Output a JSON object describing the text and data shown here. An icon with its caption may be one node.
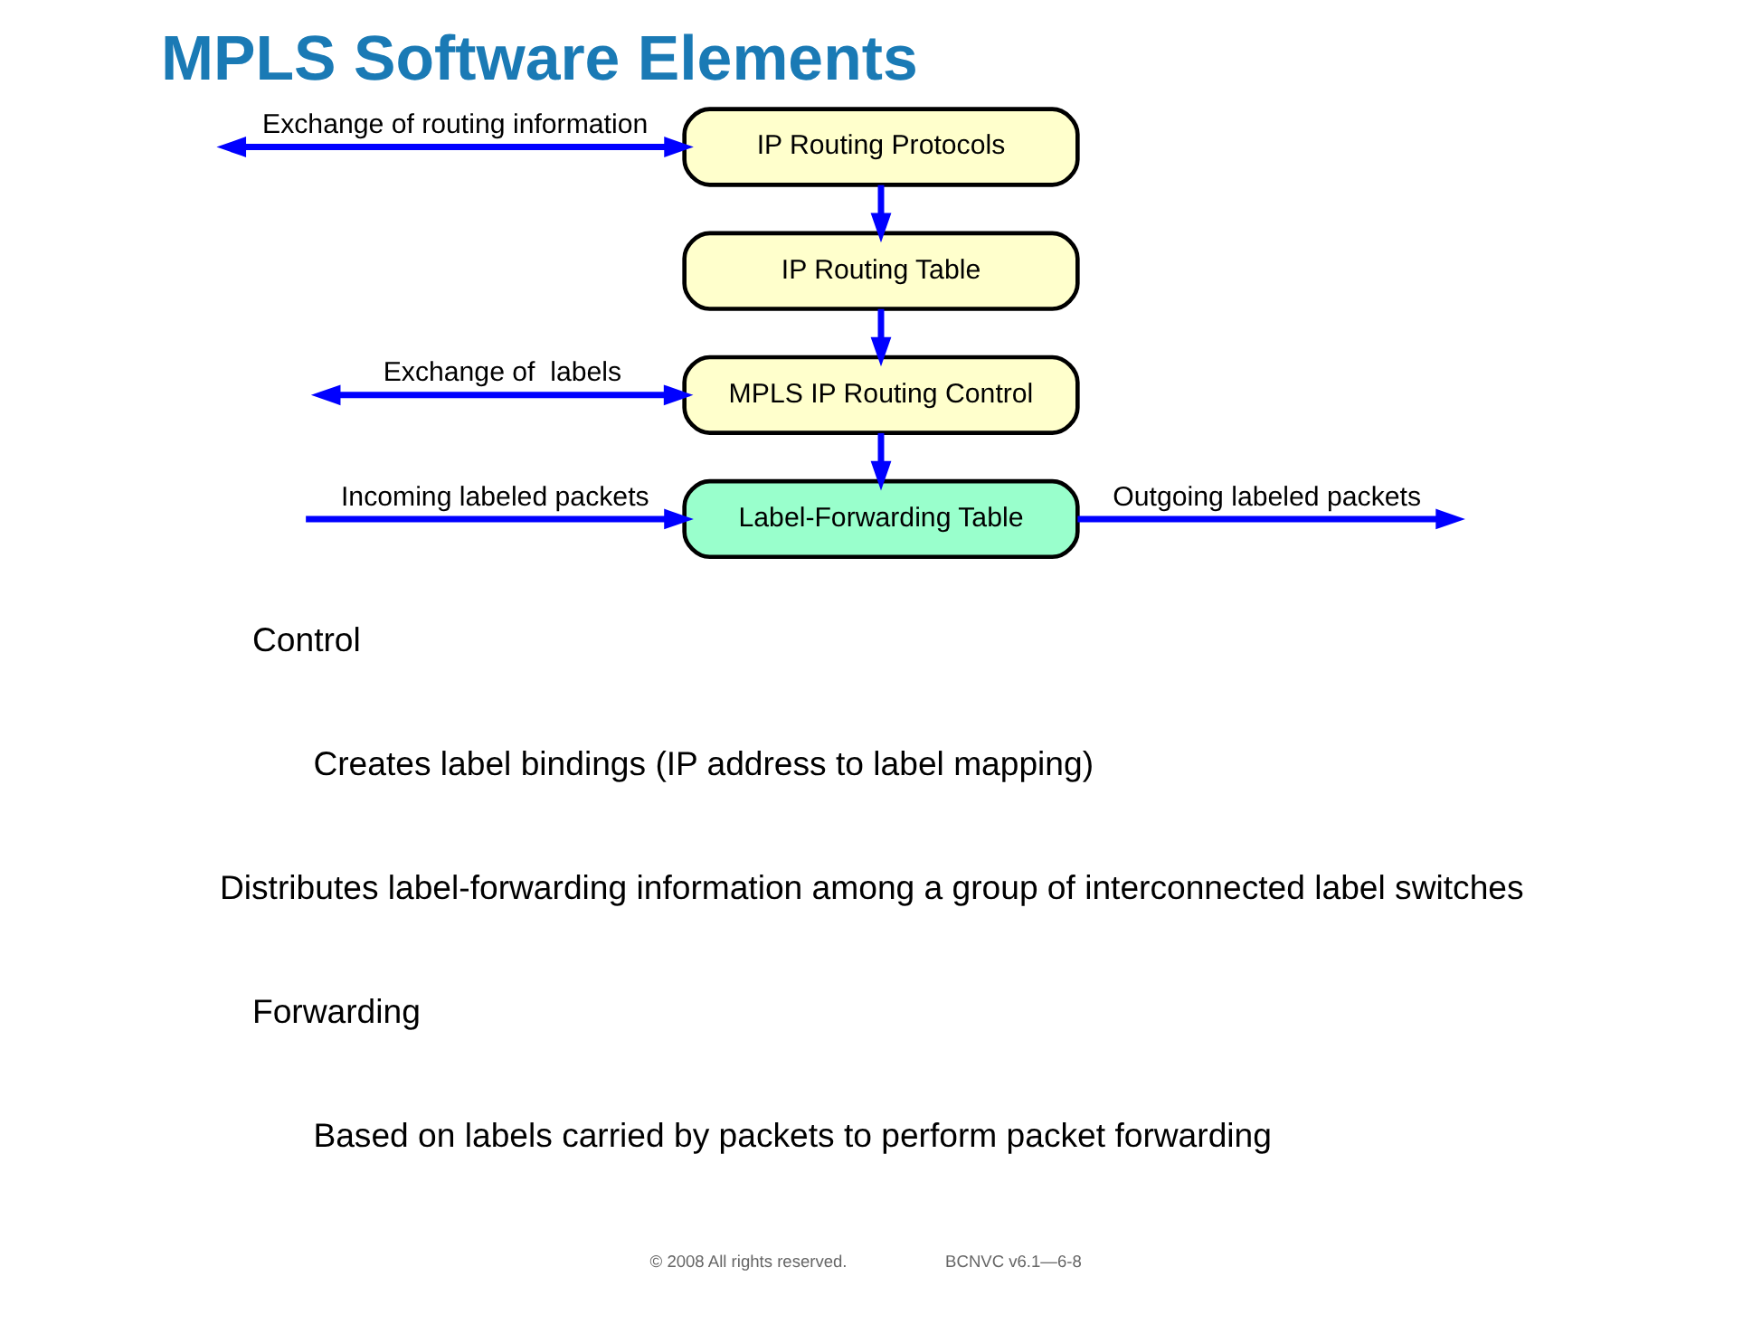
{
  "diagram": {
    "title": "MPLS Software Elements",
    "nodes": [
      {
        "text": [
          "IP Routing Protocols"
        ]
      },
      {
        "text": [
          "IP Routing Table"
        ]
      },
      {
        "text": [
          "MPLS IP Routing Control"
        ]
      },
      {
        "text": [
          "Label-Forwarding Table"
        ]
      }
    ],
    "edges": [
      {
        "from": null,
        "to": 0,
        "arrow": "both",
        "label": "Exchange of routing information"
      },
      {
        "from": 0,
        "to": 1,
        "arrow": "to"
      },
      {
        "from": 1,
        "to": 2,
        "arrow": "to"
      },
      {
        "from": null,
        "to": 2,
        "arrow": "both",
        "label": "Exchange of  labels"
      },
      {
        "from": 2,
        "to": 3,
        "arrow": "to"
      },
      {
        "from": null,
        "to": 3,
        "arrow": "to",
        "label": "Incoming labeled packets"
      },
      {
        "from": 3,
        "to": null,
        "arrow": "to",
        "label": "Outgoing labeled packets"
      }
    ],
    "labels": [
      "Control",
      "Creates label bindings (IP address to label mapping)",
      "Distributes label-forwarding information among a group of interconnected label switches",
      "Forwarding",
      "Based on labels carried by packets to perform packet forwarding",
      "© 2008 All rights reserved.",
      "BCNVC v6.1—6-8"
    ]
  }
}
